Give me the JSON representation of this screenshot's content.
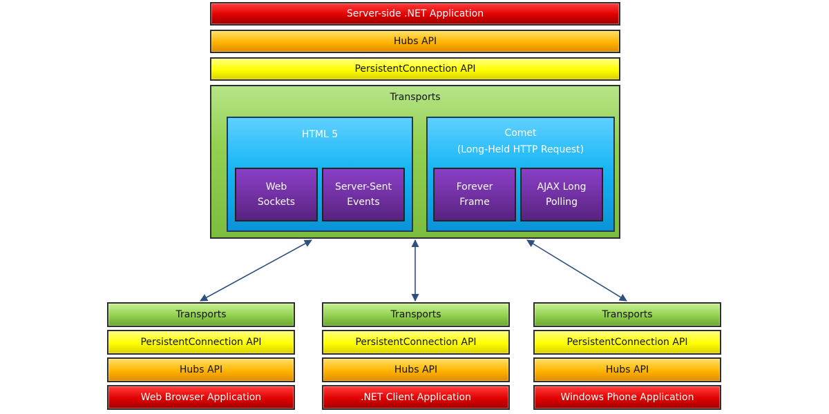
{
  "server": {
    "application": "Server-side .NET Application",
    "hubs_api": "Hubs API",
    "persistent_api": "PersistentConnection API",
    "transports": {
      "title": "Transports",
      "html5": {
        "title": "HTML 5",
        "items": [
          "Web\nSockets",
          "Server-Sent\nEvents"
        ]
      },
      "comet": {
        "title": "Comet\n(Long-Held HTTP Request)",
        "items": [
          "Forever\nFrame",
          "AJAX Long\nPolling"
        ]
      }
    }
  },
  "clients": [
    {
      "transports": "Transports",
      "persistent_api": "PersistentConnection API",
      "hubs_api": "Hubs API",
      "application": "Web Browser Application"
    },
    {
      "transports": "Transports",
      "persistent_api": "PersistentConnection API",
      "hubs_api": "Hubs API",
      "application": ".NET Client Application"
    },
    {
      "transports": "Transports",
      "persistent_api": "PersistentConnection API",
      "hubs_api": "Hubs API",
      "application": "Windows Phone Application"
    }
  ],
  "colors": {
    "application": "#e00000",
    "hubs_api": "#ffc000",
    "persistent_api": "#ffff00",
    "transports": "#92d050",
    "transport_group": "#17b6f5",
    "transport_item": "#7030a0",
    "arrow": "#2f4f7f"
  }
}
